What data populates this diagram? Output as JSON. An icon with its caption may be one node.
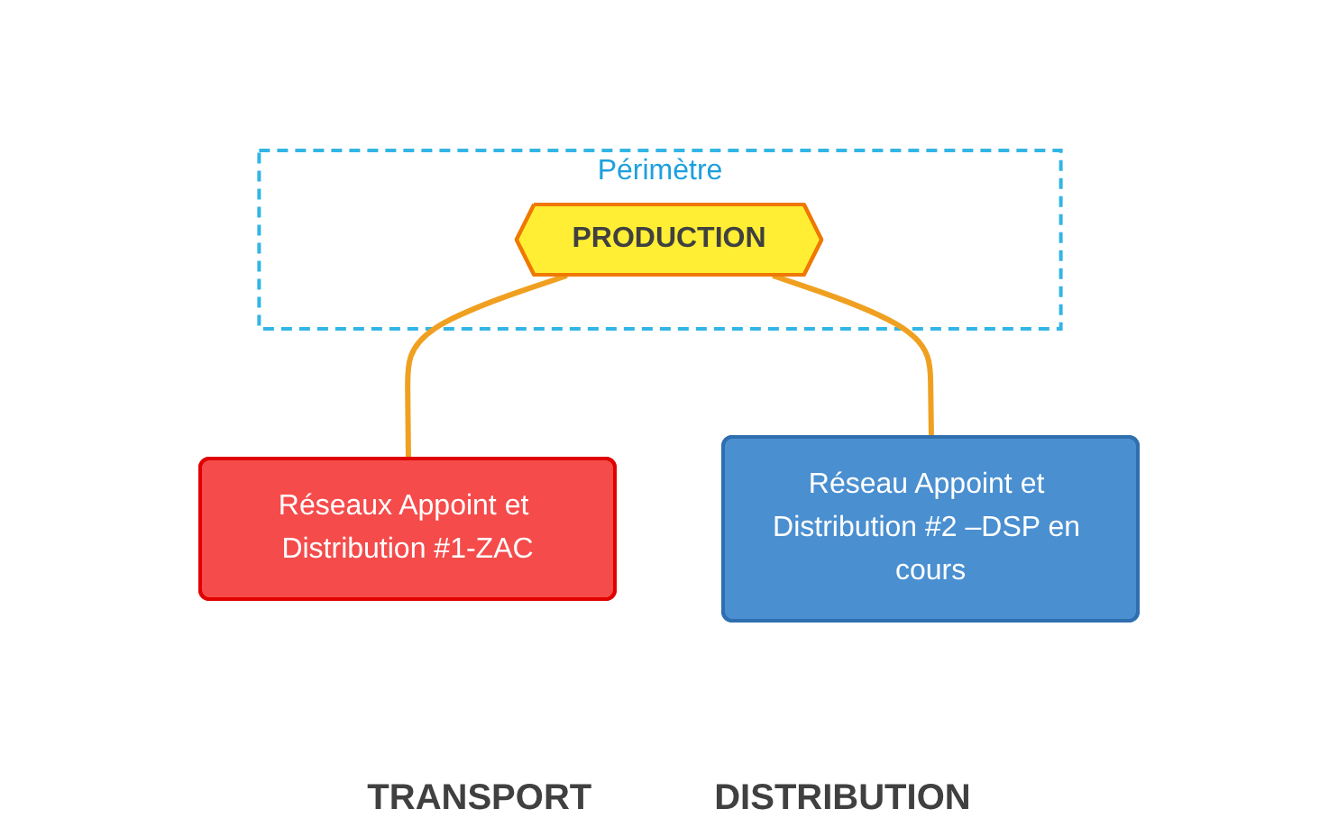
{
  "diagram": {
    "nodes": [
      {
        "text": [
          "Périmètre"
        ]
      },
      {
        "text": [
          "PRODUCTION"
        ],
        "in": 0
      },
      {
        "text": [
          "Réseaux Appoint et Distribution #1-ZAC"
        ]
      },
      {
        "text": [
          "Réseau Appoint et Distribution #2 –DSP en cours"
        ]
      }
    ],
    "edges": [
      {
        "from": 1,
        "to": 2,
        "arrow": "none"
      },
      {
        "from": 1,
        "to": 3,
        "arrow": "none"
      }
    ],
    "labels": [
      "TRANSPORT",
      "DISTRIBUTION"
    ]
  }
}
